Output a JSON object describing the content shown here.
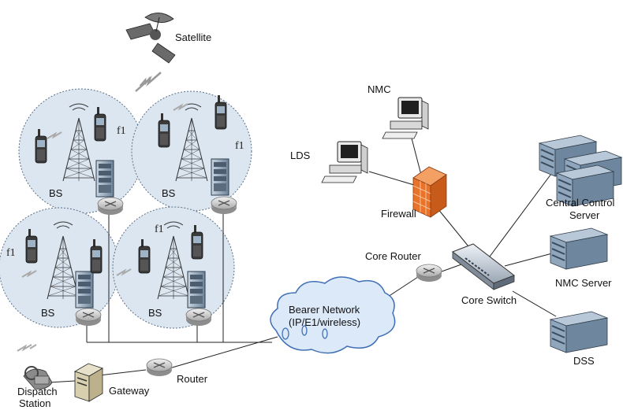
{
  "labels": {
    "satellite": "Satellite",
    "nmc": "NMC",
    "lds": "LDS",
    "firewall": "Firewall",
    "central_control_server_line1": "Central Control",
    "central_control_server_line2": "Server",
    "core_router": "Core Router",
    "core_switch": "Core Switch",
    "nmc_server": "NMC Server",
    "dss": "DSS",
    "bearer_network_line1": "Bearer Network",
    "bearer_network_line2": "(IP/E1/wireless)",
    "router": "Router",
    "gateway": "Gateway",
    "dispatch_station_line1": "Dispatch",
    "dispatch_station_line2": "Station",
    "bs": "BS",
    "f1": "f1"
  },
  "colors": {
    "cell_fill": "#dbe6f1",
    "cell_border": "#5b6f86",
    "firewall": "#e8742c",
    "cloud_fill": "#dce9f8",
    "cloud_stroke": "#3f6fb5",
    "server": "#93a9be",
    "line": "#222222"
  }
}
